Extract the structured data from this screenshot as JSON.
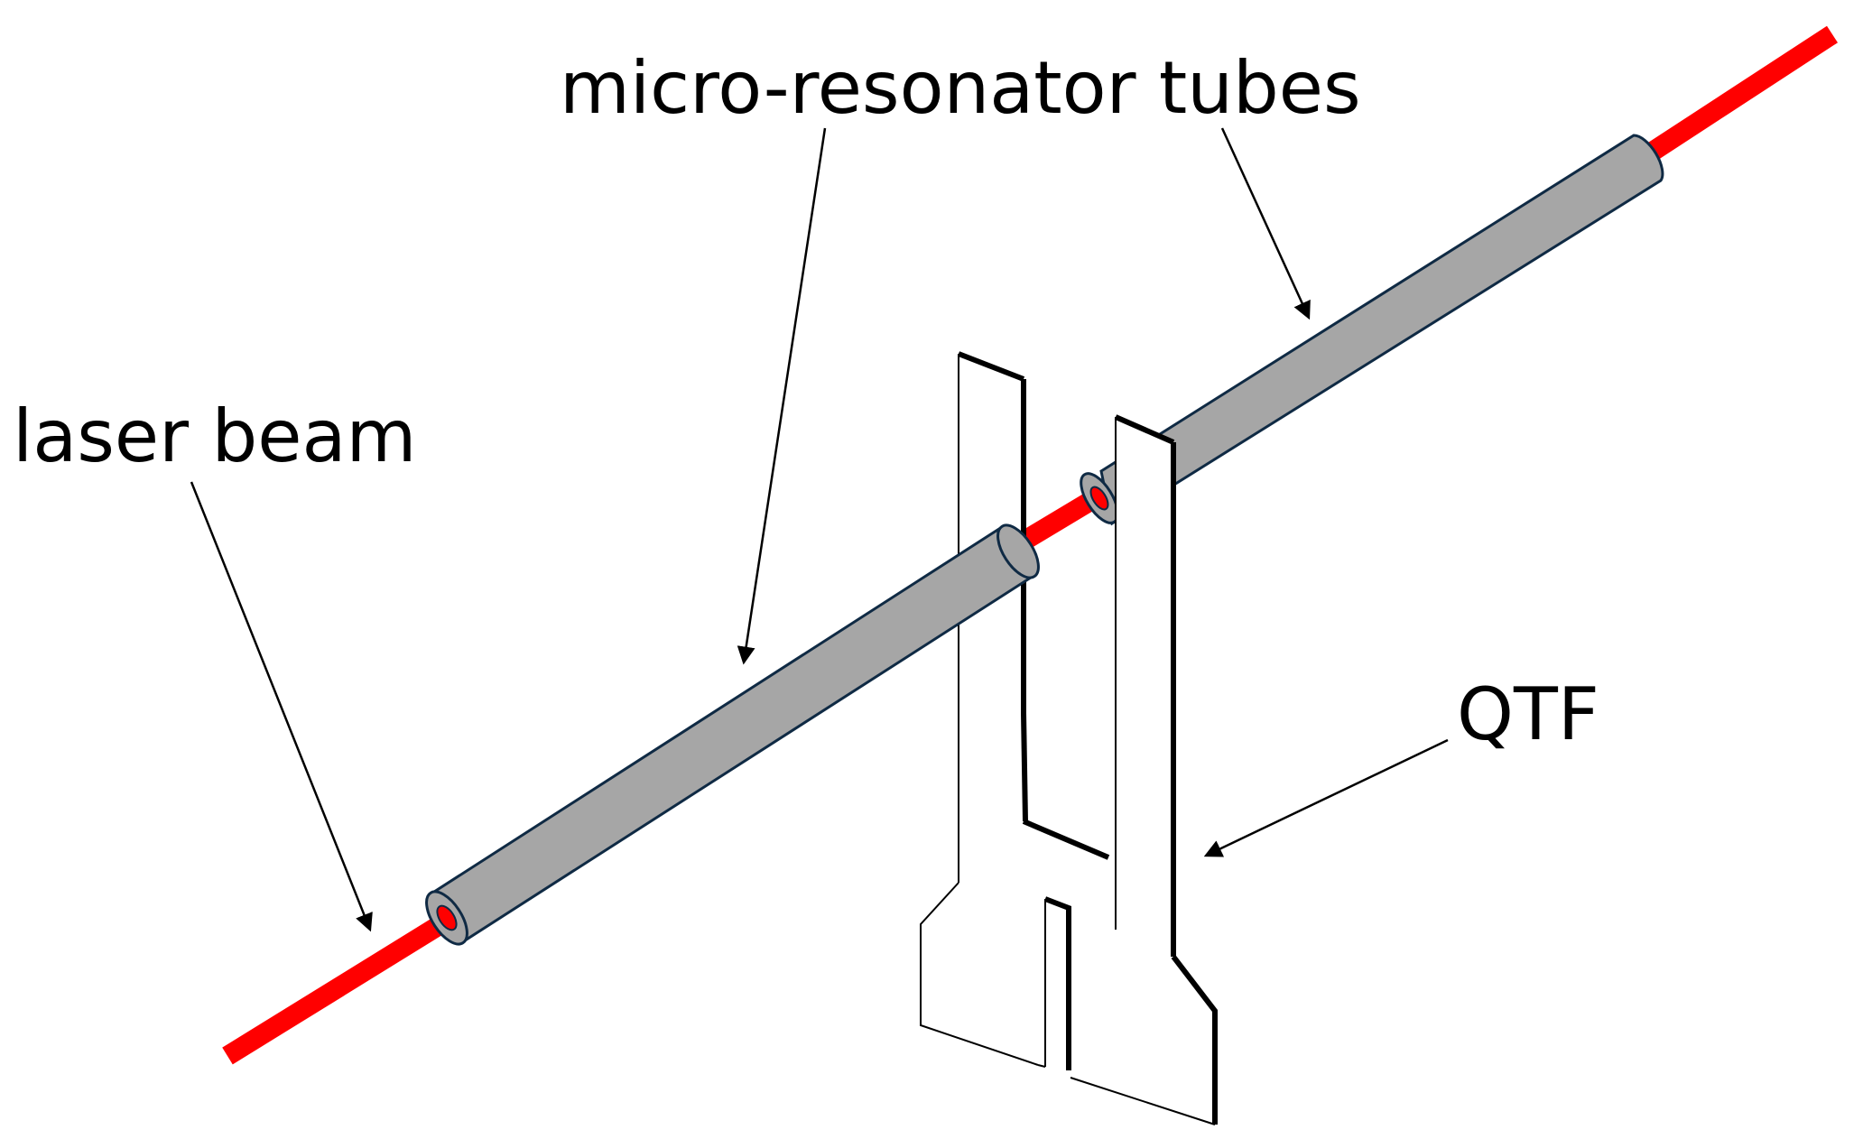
{
  "labels": {
    "micro_resonator_tubes": "micro-resonator tubes",
    "laser_beam": "laser beam",
    "qtf": "QTF"
  },
  "colors": {
    "laser": "#ff0000",
    "tube_fill": "#a6a6a6",
    "tube_outline": "#0f2a44",
    "ink": "#000000",
    "background": "#ffffff"
  }
}
